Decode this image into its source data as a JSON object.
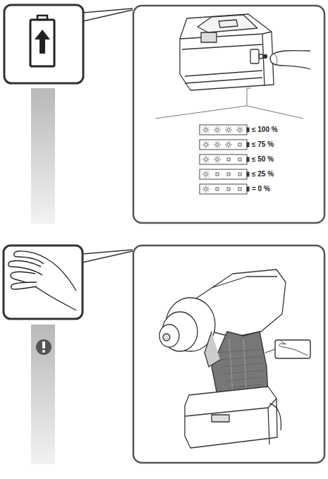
{
  "diagram": {
    "labels": [
      "≤ 100 %",
      "≤ 75 %",
      "≤ 50 %",
      "≤ 25 %",
      "= 0 %"
    ]
  }
}
